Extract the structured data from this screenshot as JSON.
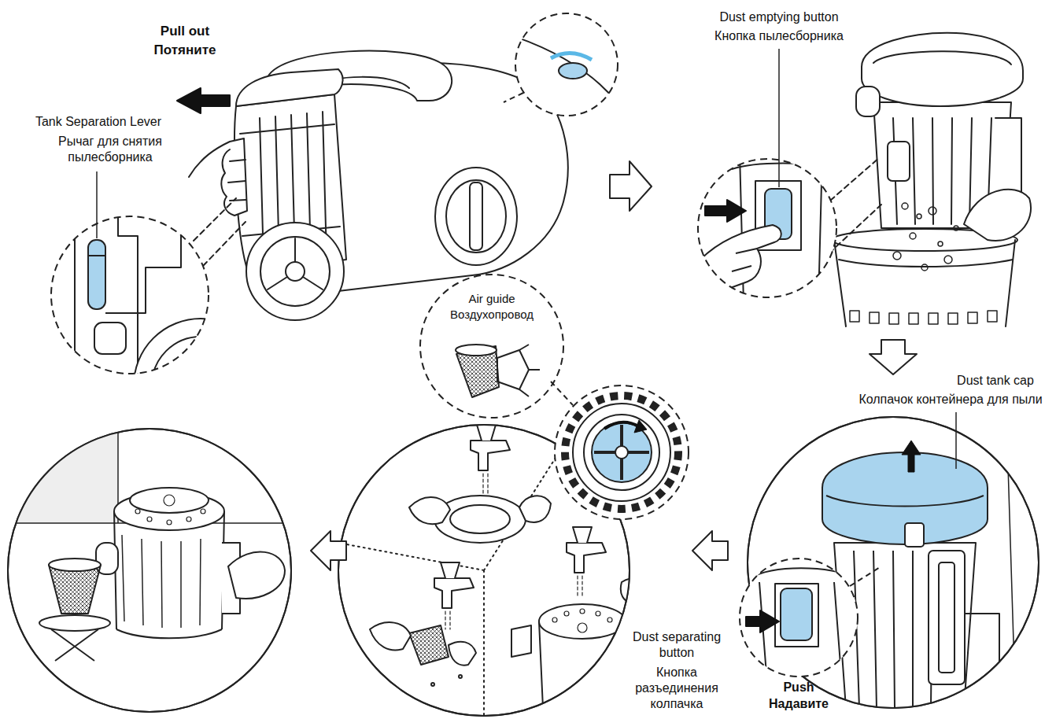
{
  "diagram": {
    "nodes": [
      {
        "text": [
          "Air guide",
          "Воздухопровод"
        ]
      }
    ],
    "labels": [
      "Pull out",
      "Потяните",
      "Tank Separation Lever",
      "Рычаг для снятия пылесборника",
      "Dust emptying button",
      "Кнопка пылесборника",
      "Dust tank cap",
      "Колпачок контейнера для пыли",
      "Dust separating button",
      "Кнопка разъединения колпачка",
      "Push",
      "Надавите"
    ]
  }
}
